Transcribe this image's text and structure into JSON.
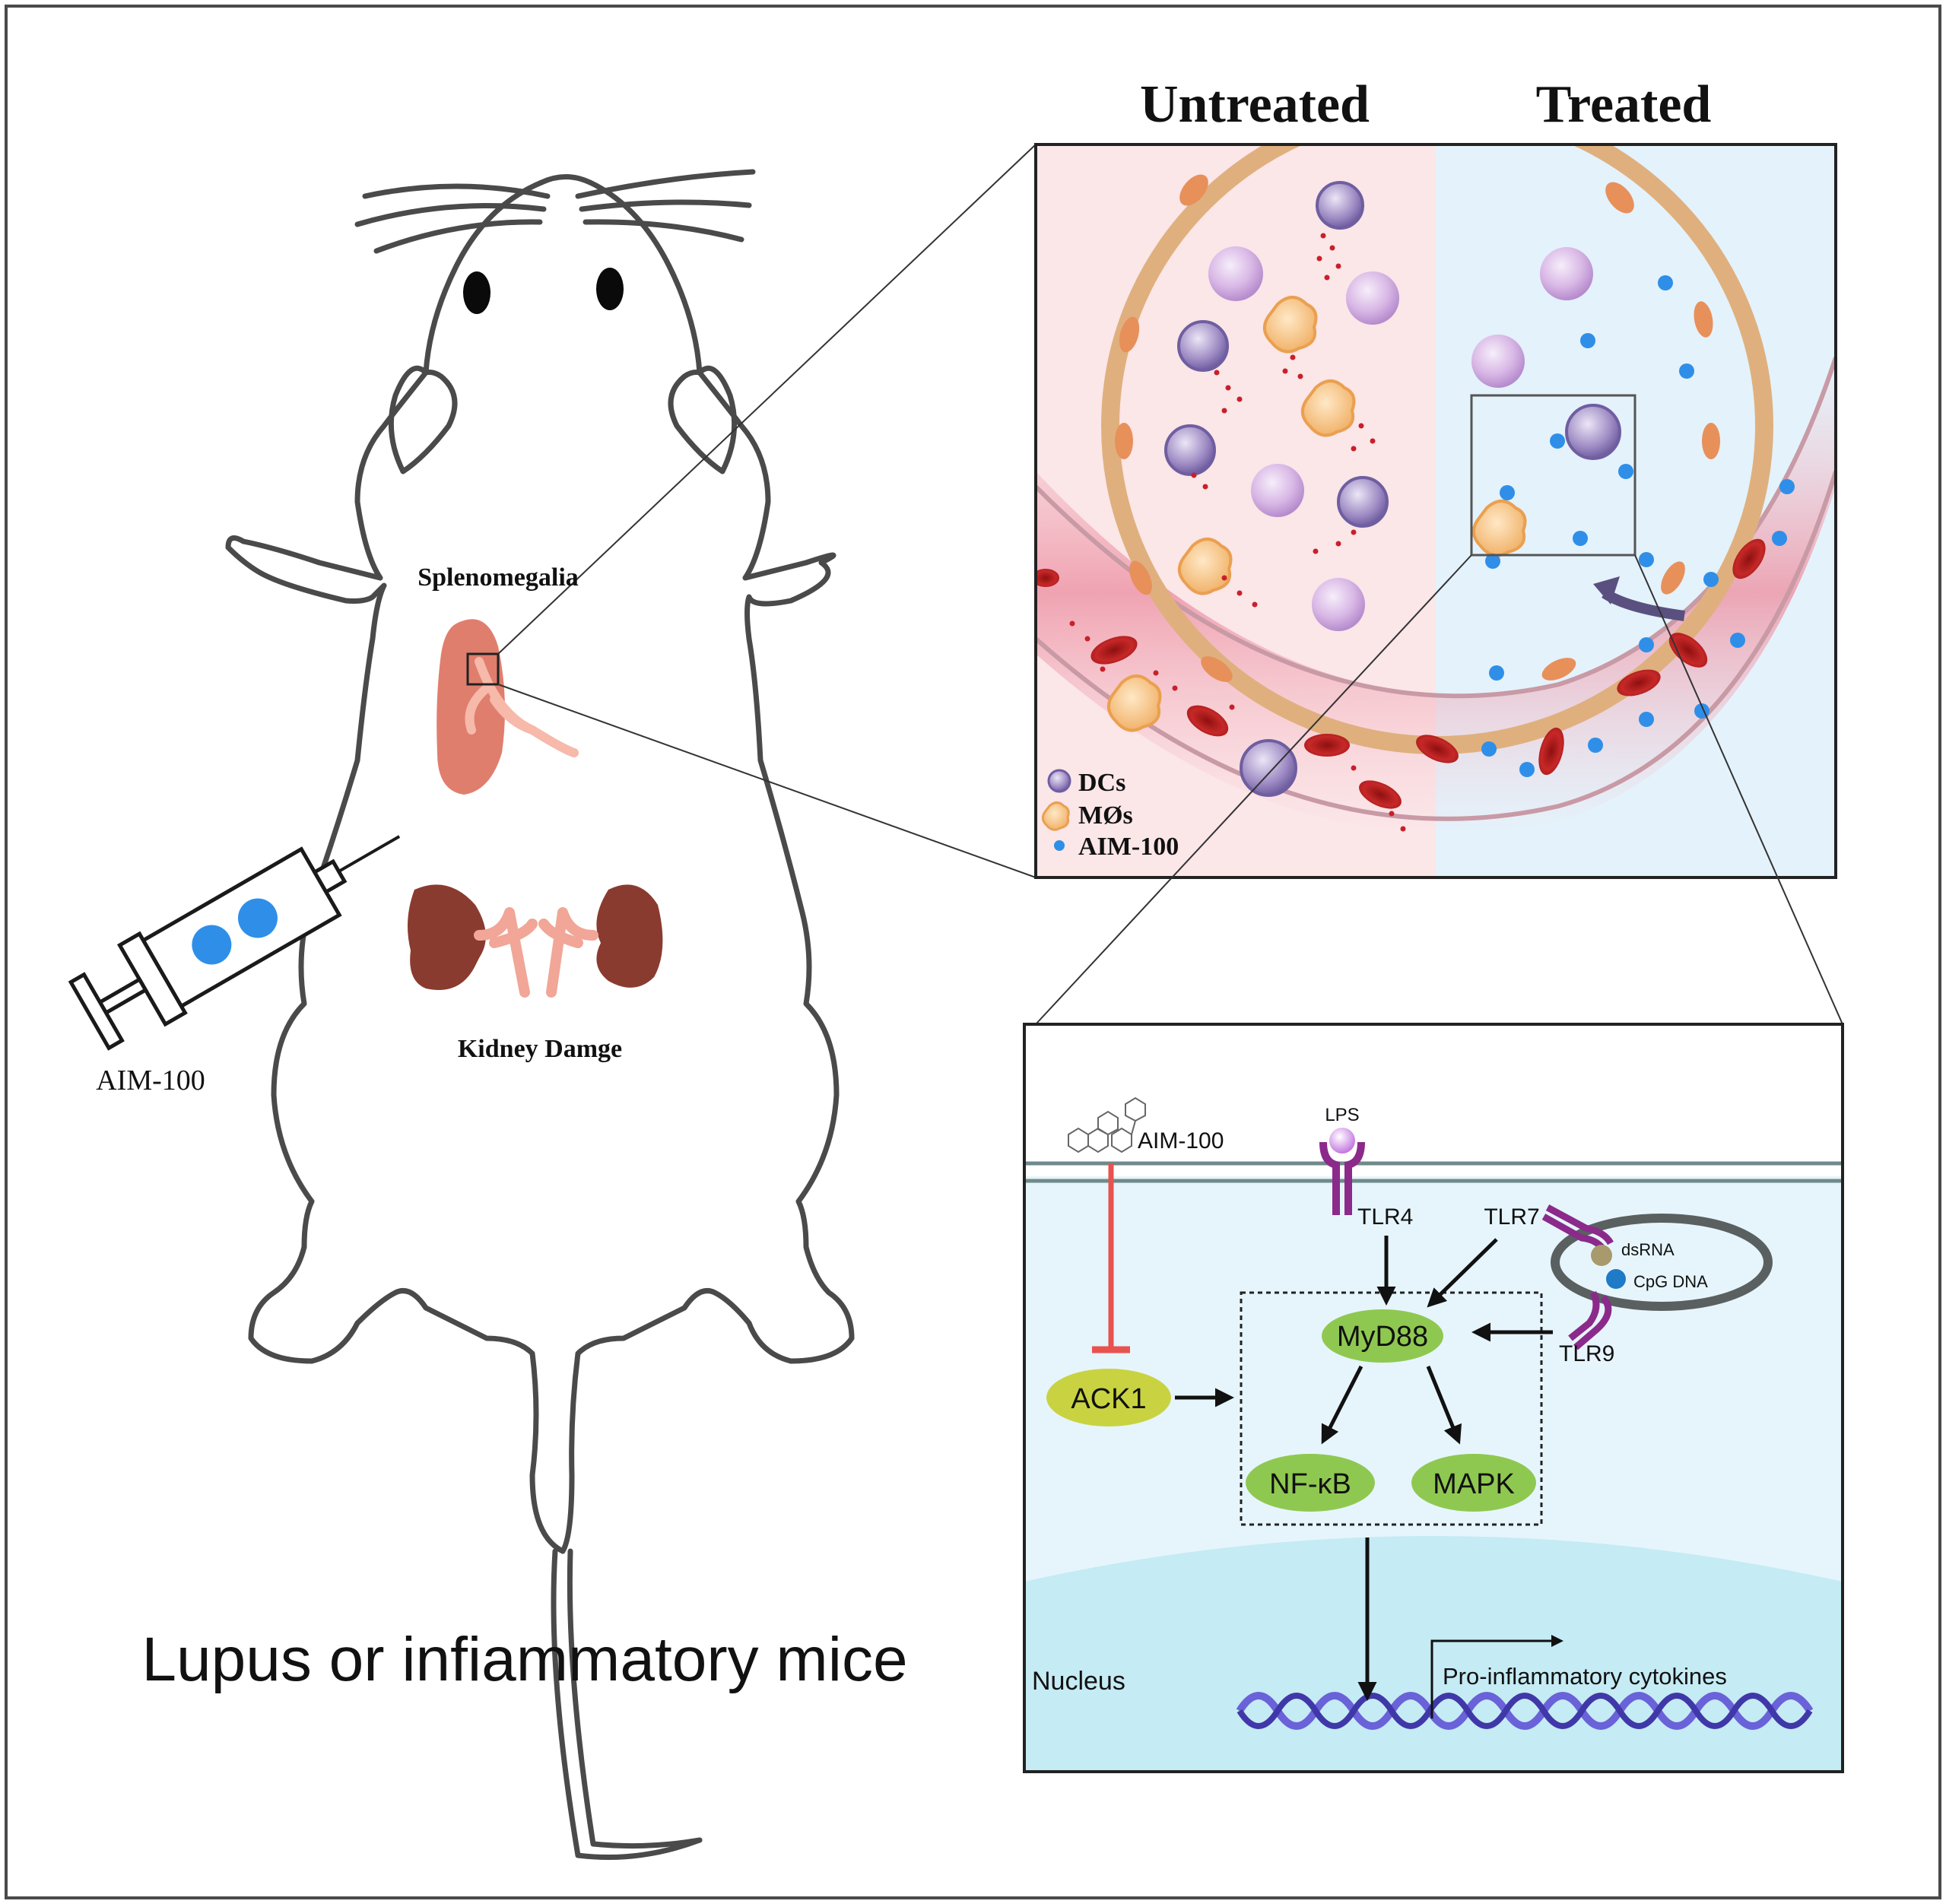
{
  "left_panel": {
    "main_caption": "Lupus or infiammatory mice",
    "organ_spleen_label": "Splenomegalia",
    "organ_kidney_label": "Kidney Damge",
    "syringe_label": "AIM-100"
  },
  "zoom_panel": {
    "header_untreated": "Untreated",
    "header_treated": "Treated",
    "legend": [
      {
        "label": "DCs",
        "icon": "dendritic-cell-icon"
      },
      {
        "label": "MØs",
        "icon": "macrophage-icon"
      },
      {
        "label": "AIM-100",
        "icon": "aim100-dot-icon"
      }
    ]
  },
  "pathway_panel": {
    "inhibitor_label": "AIM-100",
    "ligand_label": "LPS",
    "receptor_tlr4": "TLR4",
    "receptor_tlr7": "TLR7",
    "receptor_tlr9": "TLR9",
    "endosome_dsrna": "dsRNA",
    "endosome_cpg": "CpG DNA",
    "node_myd88": "MyD88",
    "node_ack1": "ACK1",
    "node_nfkb": "NF-κB",
    "node_mapk": "MAPK",
    "nucleus_label": "Nucleus",
    "output_label": "Pro-inflammatory cytokines"
  },
  "colors": {
    "outline": "#4a4a4a",
    "aim100_blue": "#2f8fe8",
    "node_green": "#8fc850",
    "node_yellow": "#c9d341",
    "inhibition_red": "#e8524f",
    "receptor_purple": "#8b2a8b",
    "dna_blue": "#6a62d8",
    "untreated_bg": "#fbe6e8",
    "treated_bg": "#e4f2fb"
  }
}
